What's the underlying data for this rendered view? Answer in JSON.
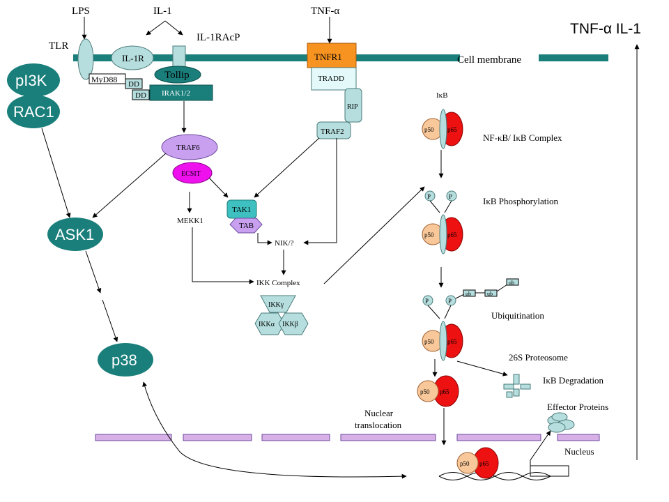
{
  "ligands": {
    "lps": "LPS",
    "il1": "IL-1",
    "tnf": "TNF-α"
  },
  "receptors": {
    "tlr": "TLR",
    "il1r": "IL-1R",
    "il1racp": "IL-1RAcP",
    "tnfr1": "TNFR1",
    "cell_membrane": "Cell membrane"
  },
  "adaptors": {
    "myd88": "MyD88",
    "dd1": "DD",
    "dd2": "DD",
    "tollip": "Tollip",
    "irak": "IRAK1/2",
    "tradd": "TRADD",
    "rip": "RIP",
    "traf2": "TRAF2",
    "traf6": "TRAF6",
    "ecsit": "ECSIT",
    "tak1": "TAK1",
    "tab": "TAB",
    "mekk1": "MEKK1",
    "nik": "NIK/?",
    "ikk_complex": "IKK Complex",
    "ikk_gamma": "IKKγ",
    "ikk_alpha": "IKKα",
    "ikk_beta": "IKKβ"
  },
  "left_pathway": {
    "pi3k": "pI3K",
    "rac1": "RAC1",
    "ask1": "ASK1",
    "p38": "p38"
  },
  "nfkb": {
    "ikb": "IκB",
    "p50": "p50",
    "p65": "p65",
    "phospho": "P",
    "ub": "ub",
    "complex_label": "NF-κB/ IκB Complex",
    "phosphorylation_label": "IκB Phosphorylation",
    "ubiquitination_label": "Ubiquitination",
    "proteosome_label": "26S Proteosome",
    "degradation_label": "IκB Degradation",
    "nuclear_translocation_line1": "Nuclear",
    "nuclear_translocation_line2": "translocation",
    "effector_label": "Effector Proteins",
    "nucleus_label": "Nucleus"
  },
  "output_label": "TNF-α IL-1",
  "colors": {
    "teal": "#1a7f7b",
    "light_teal": "#b6dede",
    "orange": "#f79320",
    "lavender": "#c9a0f0",
    "magenta": "#ee11ee",
    "red": "#ee1111",
    "peach": "#f8c89a",
    "nuclear_membrane": "#d8b0e8"
  }
}
